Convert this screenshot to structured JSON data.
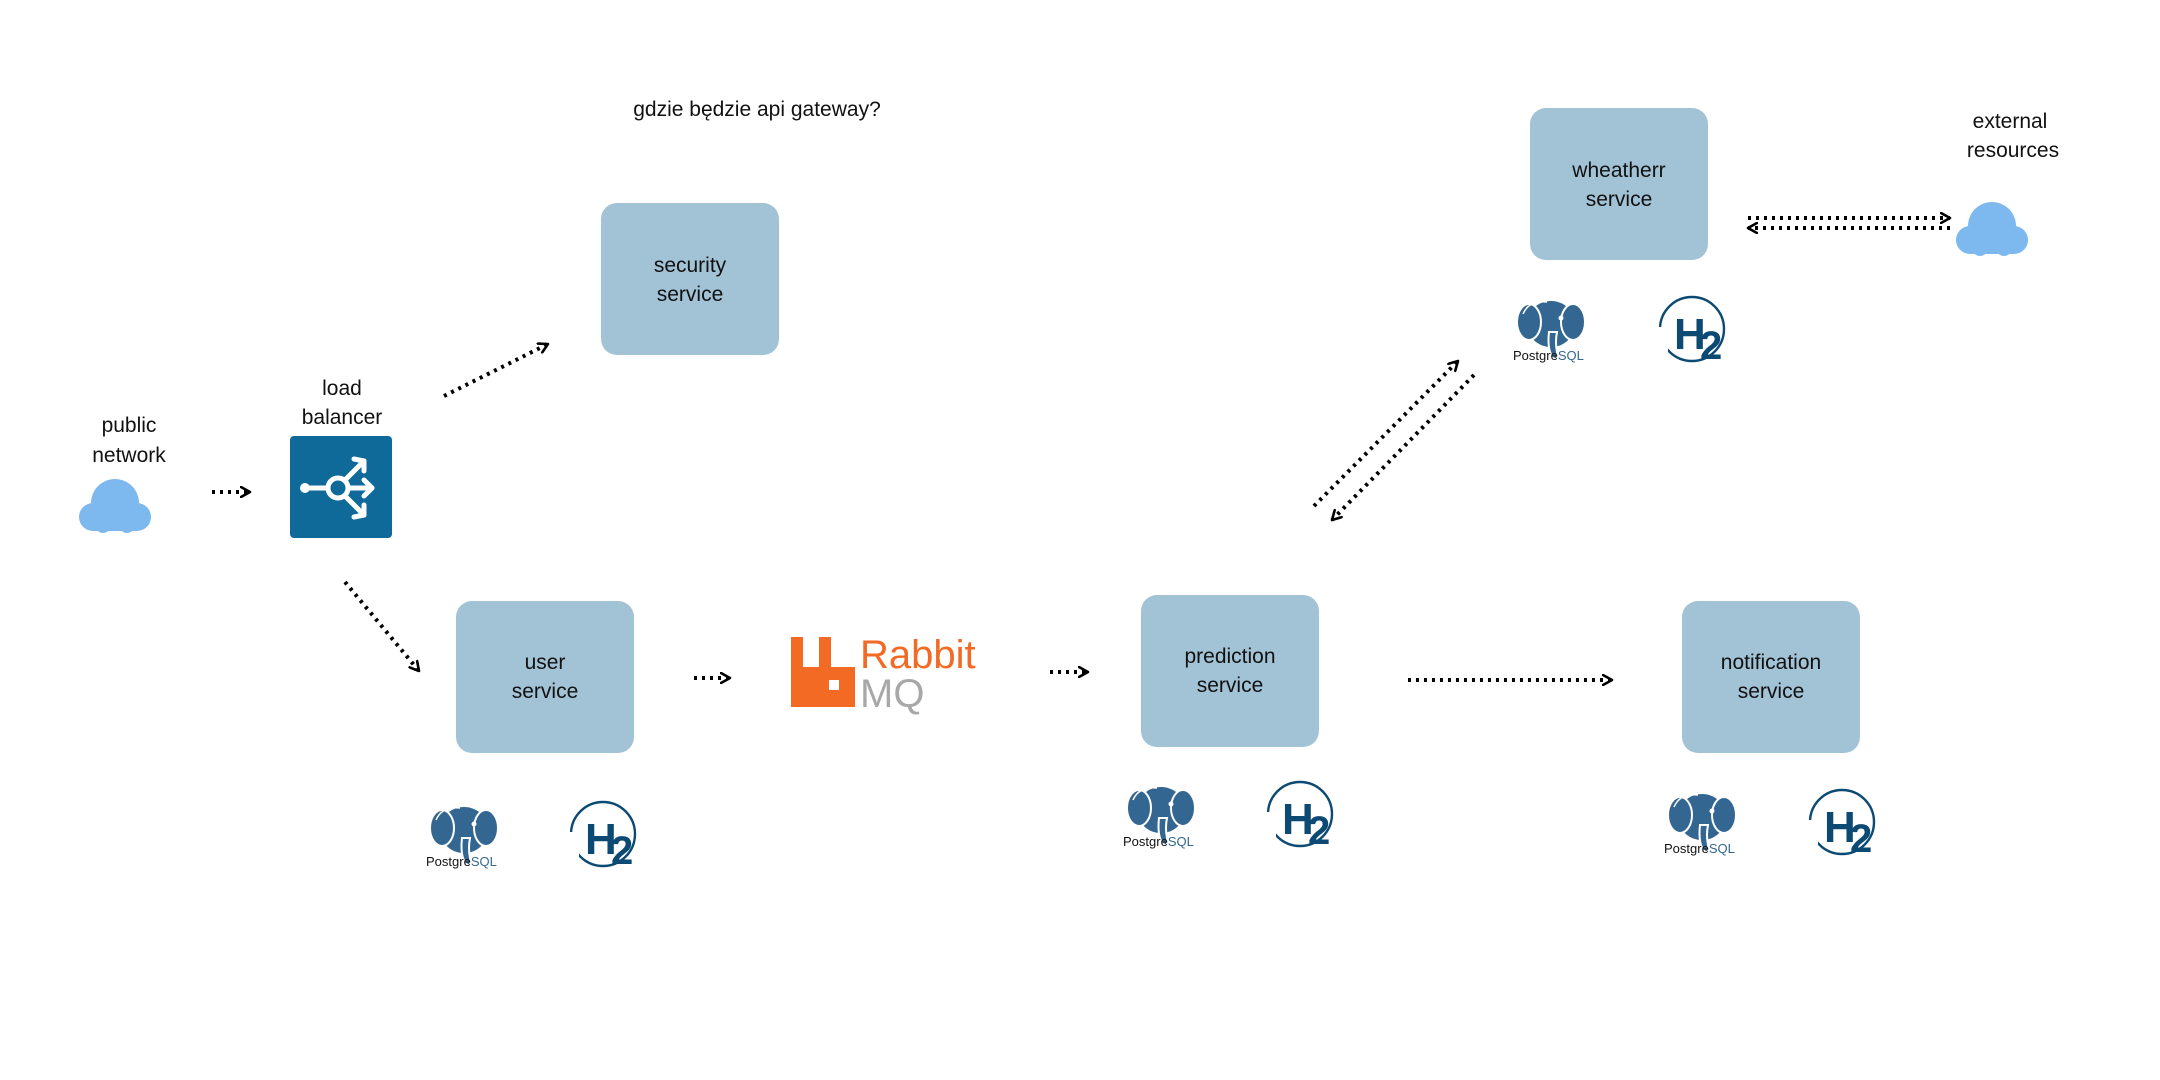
{
  "question_label": "gdzie będzie api gateway?",
  "public_network": {
    "line1": "public",
    "line2": "network"
  },
  "load_balancer": {
    "line1": "load",
    "line2": "balancer"
  },
  "external_resources": {
    "line1": "external",
    "line2": "resources"
  },
  "services": {
    "security": {
      "line1": "security",
      "line2": "service"
    },
    "user": {
      "line1": "user",
      "line2": "service"
    },
    "prediction": {
      "line1": "prediction",
      "line2": "service"
    },
    "notification": {
      "line1": "notification",
      "line2": "service"
    },
    "weather": {
      "line1": "wheatherr",
      "line2": "service"
    }
  },
  "postgres_logo": {
    "word_a": "Postgre",
    "word_b": "SQL"
  },
  "h2_logo": {
    "letter": "H",
    "digit": "2"
  },
  "rabbitmq_logo": {
    "word_a": "Rabbit",
    "word_b": "MQ"
  },
  "colors": {
    "service_box": "#a2c3d6",
    "cloud": "#7db8ee",
    "load_balancer": "#0f6a9a",
    "rabbitmq_orange": "#f26a24",
    "rabbitmq_gray": "#a8a8a8",
    "postgres_blue": "#336791",
    "h2_navy": "#0d4a73"
  },
  "icons": {
    "cloud": "cloud-icon",
    "load_balancer": "load-balancer-icon",
    "postgres": "postgresql-logo-icon",
    "h2": "h2-database-logo-icon",
    "rabbitmq": "rabbitmq-logo-icon"
  }
}
